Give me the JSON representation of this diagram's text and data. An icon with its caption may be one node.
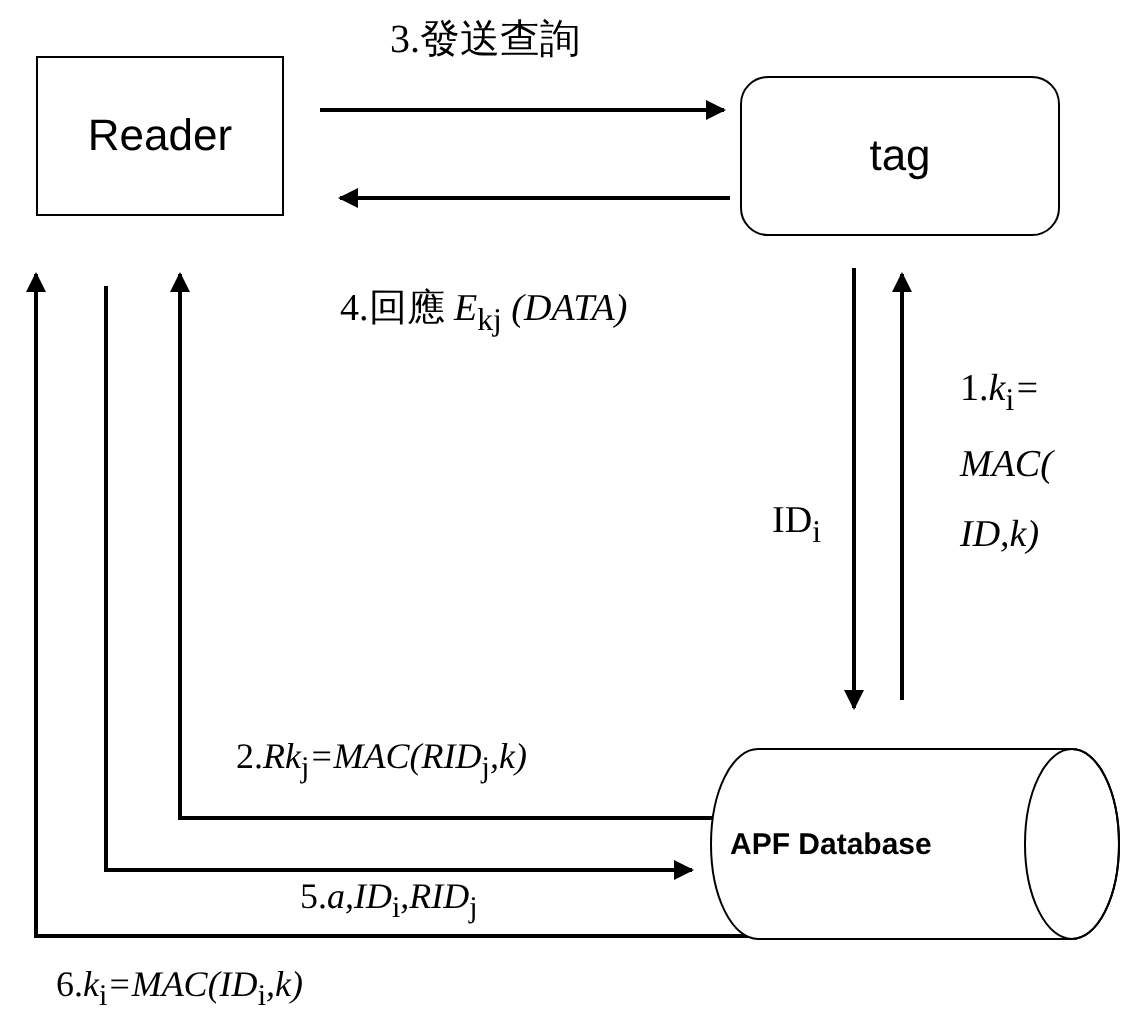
{
  "diagram": {
    "nodes": [
      {
        "text": [
          "Reader"
        ]
      },
      {
        "text": [
          "tag"
        ]
      },
      {
        "text": [
          "APF Database"
        ]
      }
    ],
    "edges": [
      {
        "from": 0,
        "to": 1,
        "arrow": "to",
        "label": "3.發送查詢"
      },
      {
        "from": 1,
        "to": 0,
        "arrow": "to",
        "label": "4.回應 *E*$_{kj}$ *(DATA)*"
      },
      {
        "from": 1,
        "to": 2,
        "arrow": "to",
        "label": "ID$_{i}$"
      },
      {
        "from": 2,
        "to": 1,
        "arrow": "to",
        "label": "1.*k*$_{i}$*=* *MAC(* *ID,k)*"
      },
      {
        "from": 2,
        "to": 0,
        "arrow": "to",
        "label": "2.*Rk*$_{j}$*=MAC(RID*$_{j}$*,k)*"
      },
      {
        "from": 0,
        "to": 2,
        "arrow": "to",
        "label": "5.*a,ID*$_{i}$*,RID*$_{j}$"
      },
      {
        "from": 2,
        "to": 0,
        "arrow": "to",
        "label": "6.*k*$_{i}$*=MAC(ID*$_{i}$*,k)*"
      }
    ]
  }
}
